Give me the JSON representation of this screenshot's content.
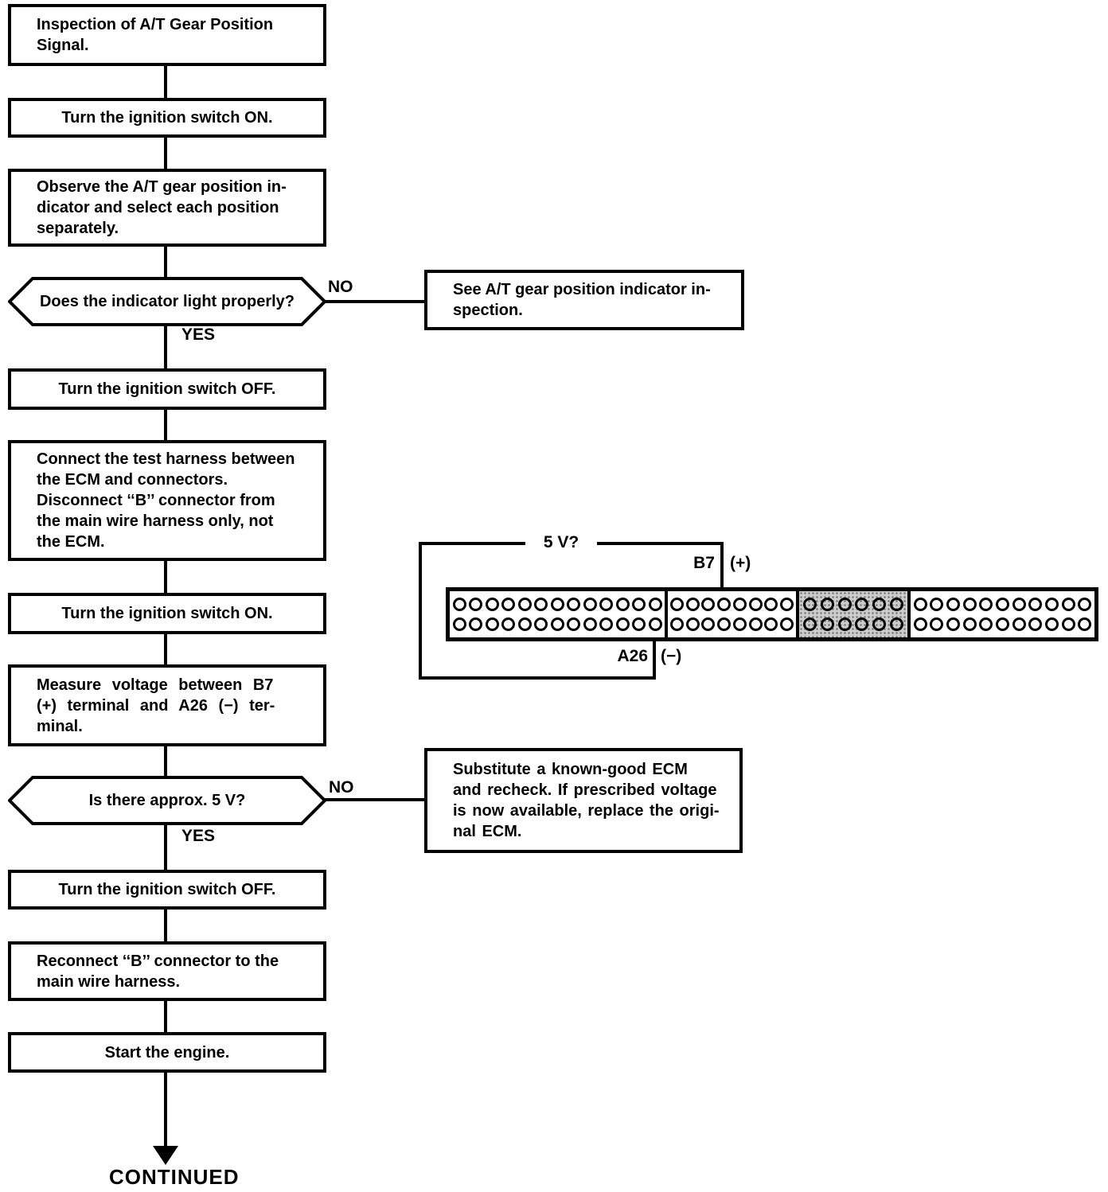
{
  "flow": {
    "start": "Inspection of A/T Gear Position\nSignal.",
    "ignition_on_1": "Turn the ignition switch ON.",
    "observe": "Observe the A/T gear position in-\ndicator and select each position\nseparately.",
    "q_indicator": "Does the indicator light properly?",
    "q_indicator_no": "NO",
    "q_indicator_yes": "YES",
    "see_inspection": "See A/T gear position indicator in-\nspection.",
    "ignition_off_1": "Turn the ignition switch OFF.",
    "connect_harness": "Connect the test harness between\nthe ECM and connectors.\nDisconnect ‘‘B’’ connector from\nthe main wire harness only, not\nthe ECM.",
    "ignition_on_2": "Turn the ignition switch ON.",
    "measure_voltage": "Measure voltage between B7\n(+) terminal and A26 (−) ter-\nminal.",
    "q_voltage": "Is there approx. 5 V?",
    "q_voltage_no": "NO",
    "q_voltage_yes": "YES",
    "substitute_ecm": "Substitute a known-good ECM\nand recheck. If prescribed voltage\nis now available, replace the origi-\nnal ECM.",
    "ignition_off_2": "Turn the ignition switch OFF.",
    "reconnect": "Reconnect ‘‘B’’ connector to the\nmain wire harness.",
    "start_engine": "Start the engine.",
    "continued": "CONTINUED"
  },
  "connector": {
    "voltage_query": "5 V?",
    "positive_terminal": "B7",
    "positive_sign": "(+)",
    "negative_terminal": "A26",
    "negative_sign": "(−)",
    "sections": [
      {
        "cols": 13,
        "rows": 2,
        "shaded": false
      },
      {
        "cols": 8,
        "rows": 2,
        "shaded": false
      },
      {
        "cols": 6,
        "rows": 2,
        "shaded": true
      },
      {
        "cols": 11,
        "rows": 2,
        "shaded": false
      }
    ]
  },
  "colors": {
    "line": "#000000",
    "background": "#ffffff",
    "shaded_section": "#cccccc"
  }
}
